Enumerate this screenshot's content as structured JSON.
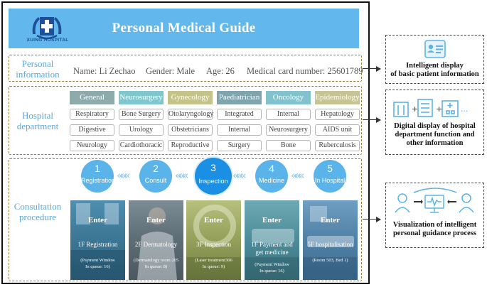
{
  "header": {
    "logo_text": "XUING HOSPITAL",
    "title": "Personal Medical Guide"
  },
  "personal": {
    "label": "Personal\ninformation",
    "name": "Name: Li Zechao",
    "gender": "Gender: Male",
    "age": "Age: 26",
    "card": "Medical card number: 25601789"
  },
  "department": {
    "label": "Hospital\ndepartment",
    "columns": [
      {
        "head": "General",
        "color": "#8faaaa",
        "items": [
          "Respiratory",
          "Digestive",
          "Neurology"
        ]
      },
      {
        "head": "Neurosurgery",
        "color": "#7fc7cc",
        "items": [
          "Bone Surgery",
          "Urology",
          "Cardiothoracic"
        ]
      },
      {
        "head": "Gynecology",
        "color": "#c4c48a",
        "items": [
          "Otolaryngology",
          "Obstetricians",
          "Reproductive"
        ]
      },
      {
        "head": "Paediatrician",
        "color": "#7fa4ae",
        "items": [
          "Integrated",
          "Internal",
          "Surgery"
        ]
      },
      {
        "head": "Oncology",
        "color": "#82c2cc",
        "items": [
          "Internal",
          "Neurosurgery",
          "Bone"
        ]
      },
      {
        "head": "Epidemiology",
        "color": "#c6c495",
        "items": [
          "Hepatology",
          "AIDS unit",
          "Ruberculosis"
        ]
      }
    ]
  },
  "consultation": {
    "label": "Consultation\nprocedure",
    "steps": [
      {
        "num": "1",
        "label": "Registration",
        "active": false
      },
      {
        "num": "2",
        "label": "Consult",
        "active": false
      },
      {
        "num": "3",
        "label": "Inspection",
        "active": true
      },
      {
        "num": "4",
        "label": "Medicine",
        "active": false
      },
      {
        "num": "5",
        "label": "In Hospital",
        "active": false
      }
    ],
    "cards": [
      {
        "enter": "Enter",
        "location": "1F Registration",
        "note": "(Payment Window\nIn queue: 16)"
      },
      {
        "enter": "Enter",
        "location": "2F Dermatology",
        "note": "(Dermatology room 205\nIn queue: 8)"
      },
      {
        "enter": "Enter",
        "location": "3F  Inspection",
        "note": "(Laser treatment306\nIn queue: 9)"
      },
      {
        "enter": "Enter",
        "location": "1F Payment and\nget medicine",
        "note": "(Payment Window\nIn queue: 16)"
      },
      {
        "enter": "Enter",
        "location": "5F hospitalisation",
        "note": "(Room 503, Bed 1)"
      }
    ]
  },
  "right_panels": [
    {
      "text": "Intelligent display\nof  basic patient information",
      "icon": "id-card-icon"
    },
    {
      "text": "Digital display of hospital\ndepartment function and\nother information",
      "icon": "hospital-buildings-icon"
    },
    {
      "text": "Visualization of intelligent\npersonal guidance process",
      "icon": "doctor-patient-monitor-icon"
    }
  ],
  "colors": {
    "accent": "#62b8ec",
    "step_circle": "#5ab4ea",
    "step_active": "#1a8fe3",
    "dashed_border": "#9a7a3a",
    "label_blue": "#5aa8de"
  }
}
